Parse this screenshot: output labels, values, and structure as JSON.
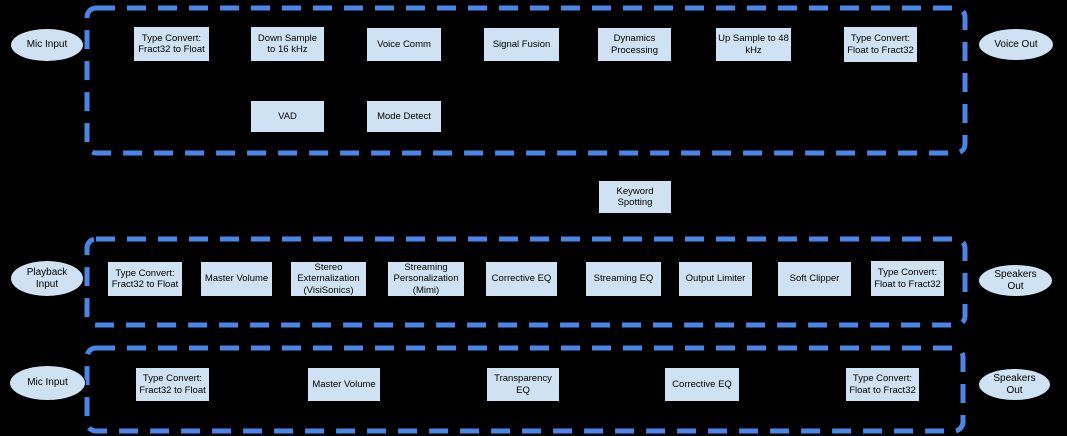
{
  "colors": {
    "background": "#000000",
    "boundary_dash": "#4a86e8",
    "node_fill": "#cfe2f3",
    "node_border": "#000000"
  },
  "voice_pipeline": {
    "input": "Mic Input",
    "output": "Voice Out",
    "main_chain": [
      "Type Convert: Fract32 to Float",
      "Down Sample to 16 kHz",
      "Voice Comm",
      "Signal Fusion",
      "Dynamics Processing",
      "Up Sample to 48 kHz",
      "Type Convert: Float to Fract32"
    ],
    "secondary": [
      "VAD",
      "Mode Detect"
    ]
  },
  "keyword_block": "Keyword Spotting",
  "playback_pipeline": {
    "input": "Playback Input",
    "output": "Speakers Out",
    "chain": [
      "Type Convert: Fract32 to Float",
      "Master Volume",
      "Stereo Externalization (VisiSonics)",
      "Streaming Personalization (Mimi)",
      "Corrective EQ",
      "Streaming EQ",
      "Output Limiter",
      "Soft Clipper",
      "Type Convert: Float to Fract32"
    ]
  },
  "transparency_pipeline": {
    "input": "Mic Input",
    "output": "Speakers Out",
    "chain": [
      "Type Convert: Fract32 to Float",
      "Master Volume",
      "Transparency EQ",
      "Corrective EQ",
      "Type Convert: Float to Fract32"
    ]
  }
}
